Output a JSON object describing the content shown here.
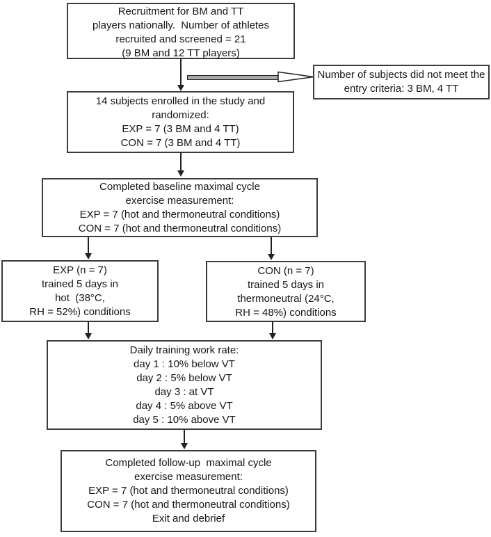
{
  "diagram": {
    "title": "Study recruitment and training flowchart",
    "colors": {
      "background": "#ffffff",
      "box_border": "#3c3c3c",
      "text": "#161616",
      "arrow": "#222222",
      "exclusion_arrow_shaft_fill": "#a9a9a9",
      "exclusion_arrow_head_fill": "#ffffff"
    }
  },
  "boxes": {
    "recruitment": {
      "lines": [
        "Recruitment for BM and TT",
        "players nationally.  Number of athletes",
        "recruited and screened = 21",
        "(9 BM and 12 TT players)"
      ]
    },
    "exclusion": {
      "lines": [
        "Number of subjects did not meet the",
        "entry criteria: 3 BM, 4 TT"
      ]
    },
    "enrollment": {
      "lines": [
        "14 subjects enrolled in the study and",
        "randomized:",
        "EXP = 7 (3 BM and 4 TT)",
        "CON = 7 (3 BM and 4 TT)"
      ]
    },
    "baseline": {
      "lines": [
        "Completed baseline maximal cycle",
        "exercise measurement:",
        "EXP = 7 (hot and thermoneutral conditions)",
        "CON = 7 (hot and thermoneutral conditions)"
      ]
    },
    "exp_training": {
      "lines": [
        "EXP (n = 7)",
        "trained 5 days in",
        "hot  (38°C,",
        "RH = 52%) conditions"
      ]
    },
    "con_training": {
      "lines": [
        "CON (n = 7)",
        "trained 5 days in",
        "thermoneutral (24°C,",
        "RH = 48%) conditions"
      ]
    },
    "daily_workrate": {
      "lines": [
        "Daily training work rate:",
        "day 1 : 10% below VT",
        "day 2 : 5% below VT",
        "day 3 : at VT",
        "day 4 : 5% above VT",
        "day 5 : 10% above VT"
      ]
    },
    "followup": {
      "lines": [
        "Completed follow-up  maximal cycle",
        "exercise measurement:",
        "EXP = 7 (hot and thermoneutral conditions)",
        "CON = 7 (hot and thermoneutral conditions)",
        "Exit and debrief"
      ]
    }
  }
}
